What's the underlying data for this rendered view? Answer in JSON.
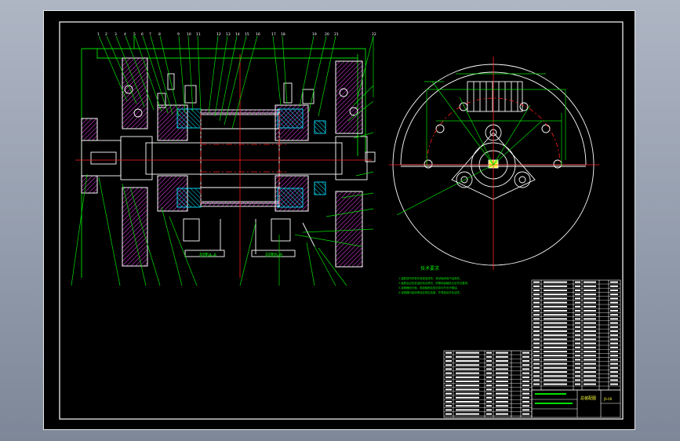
{
  "notes": {
    "title": "技术要求",
    "lines": [
      "1.装配前所有零件用煤油清洗，滚动轴承用汽油清洗。",
      "2.装配后应检查齿轮啮合情况，侧隙和接触斑点应符合要求。",
      "3.减速器剖分面、各接触面及密封处均不允许漏油。",
      "4.减速器内装润滑油至规定高度，外表面涂灰色油漆。"
    ]
  },
  "sections": {
    "left_label": "剖面A-A",
    "right_label": "剖面B-B"
  },
  "title_block": {
    "drawing_name": "总装配图",
    "drawing_no": "JS-00"
  },
  "colors": {
    "background": "#000000",
    "outline": "#ffffff",
    "centerline": "#ff2020",
    "dimension": "#00e000",
    "leader": "#00e000",
    "hatch": "#ff40ff",
    "cyan": "#00e0ff",
    "yellow": "#ffff40"
  }
}
